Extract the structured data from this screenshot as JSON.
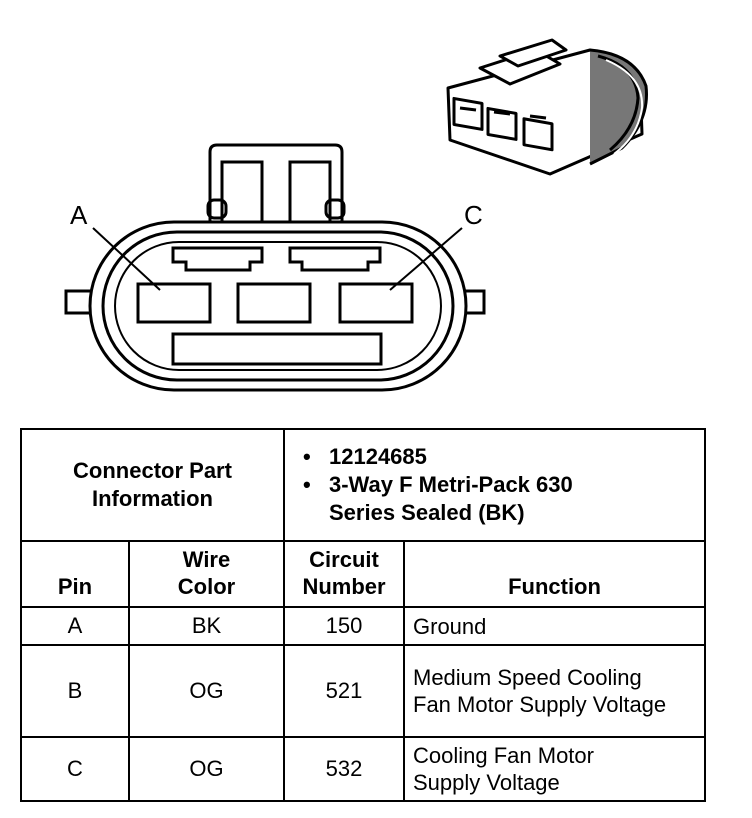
{
  "labels": {
    "pin_a": "A",
    "pin_c": "C"
  },
  "connector_info": {
    "heading": "Connector Part Information",
    "items": [
      "12124685",
      "3-Way F Metri-Pack 630 Series Sealed (BK)"
    ]
  },
  "table": {
    "headers": {
      "pin": "Pin",
      "wire_color": "Wire Color",
      "circuit_number": "Circuit Number",
      "function": "Function"
    },
    "rows": [
      {
        "pin": "A",
        "wire_color": "BK",
        "circuit": "150",
        "function": "Ground"
      },
      {
        "pin": "B",
        "wire_color": "OG",
        "circuit": "521",
        "function": "Medium Speed Cooling Fan Motor Supply Voltage"
      },
      {
        "pin": "C",
        "wire_color": "OG",
        "circuit": "532",
        "function": "Cooling Fan Motor Supply Voltage"
      }
    ]
  }
}
